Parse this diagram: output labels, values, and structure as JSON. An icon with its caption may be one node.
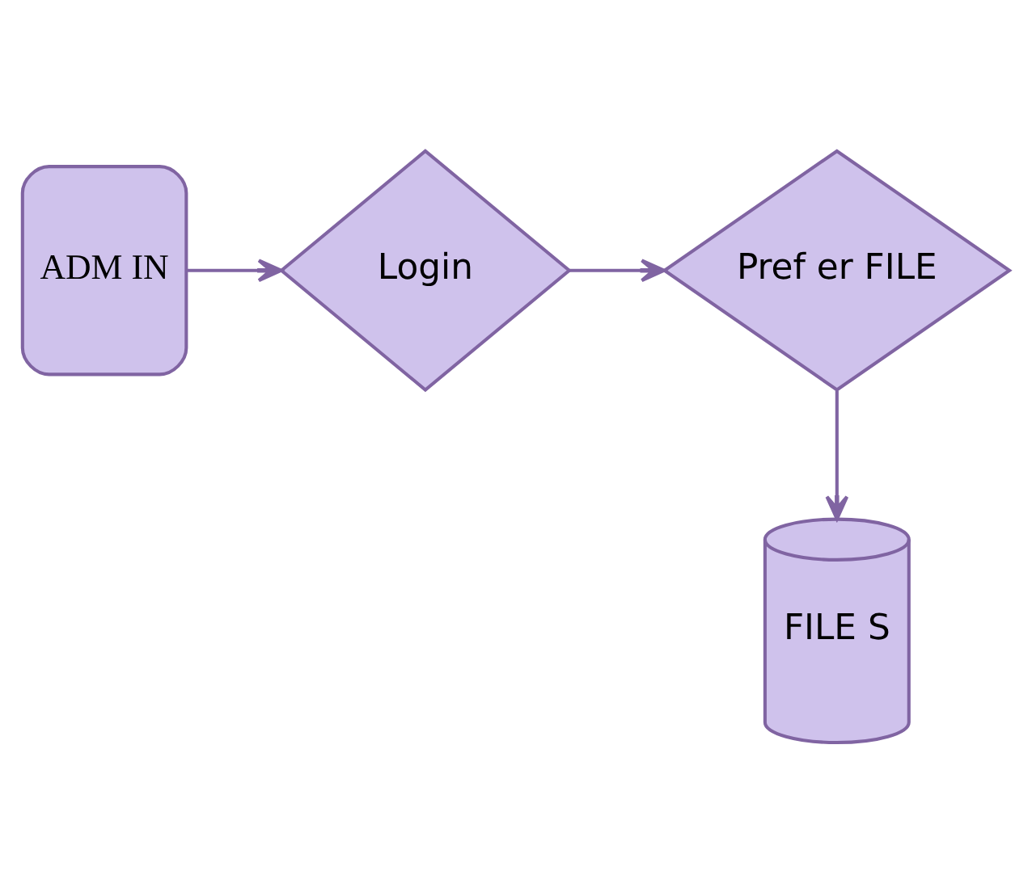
{
  "diagram": {
    "nodes": [
      {
        "text": [
          "ADM IN"
        ]
      },
      {
        "text": [
          "Login"
        ]
      },
      {
        "text": [
          "Pref er FILE"
        ]
      },
      {
        "text": [
          "FILE S"
        ]
      }
    ],
    "edges": [
      {
        "from": 0,
        "to": 1,
        "arrow": "to"
      },
      {
        "from": 1,
        "to": 2,
        "arrow": "to"
      },
      {
        "from": 2,
        "to": 3,
        "arrow": "to"
      }
    ]
  }
}
